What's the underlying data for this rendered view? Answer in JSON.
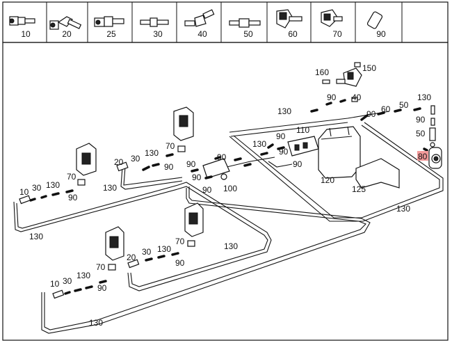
{
  "legend": {
    "cells": [
      {
        "number": "10",
        "icon": "straight-connector-icon"
      },
      {
        "number": "20",
        "icon": "elbow-connector-icon"
      },
      {
        "number": "25",
        "icon": "reducer-connector-icon"
      },
      {
        "number": "30",
        "icon": "straight-adapter-icon"
      },
      {
        "number": "40",
        "icon": "angle-adapter-icon"
      },
      {
        "number": "50",
        "icon": "double-adapter-icon"
      },
      {
        "number": "60",
        "icon": "check-valve-icon"
      },
      {
        "number": "70",
        "icon": "tee-connector-icon"
      },
      {
        "number": "90",
        "icon": "hose-sleeve-icon"
      }
    ]
  },
  "diagram": {
    "highlight_color": "#f39a9a",
    "labels": {
      "l160": "160",
      "l150": "150",
      "l90a": "90",
      "l40": "40",
      "l130_top": "130",
      "l90_b1": "90",
      "l60": "60",
      "l50a": "50",
      "l130_r": "130",
      "l90_r": "90",
      "l50_r": "50",
      "l80": "80",
      "l110": "110",
      "l90_c1": "90",
      "l130_c": "130",
      "l90_c2": "90",
      "l90_c3": "90",
      "l120": "120",
      "l125": "125",
      "l70_a": "70",
      "l20_a": "20",
      "l30_a": "30",
      "l130_a": "130",
      "l90_a2": "90",
      "l90_m1": "90",
      "l90_m2": "90",
      "l90_m3": "90",
      "l90_m4": "90",
      "l100": "100",
      "l130_m": "130",
      "l70_b": "70",
      "l10_b": "10",
      "l30_b": "30",
      "l130_b": "130",
      "l90_b": "90",
      "l130_bl": "130",
      "l130_br": "130",
      "l70_c": "70",
      "l20_d": "20",
      "l30_d": "30",
      "l130_d": "130",
      "l90_d": "90",
      "l130_e": "130",
      "l70_e": "70",
      "l10_e": "10",
      "l30_e": "30",
      "l130_f": "130",
      "l90_e": "90",
      "l130_g": "130"
    }
  }
}
